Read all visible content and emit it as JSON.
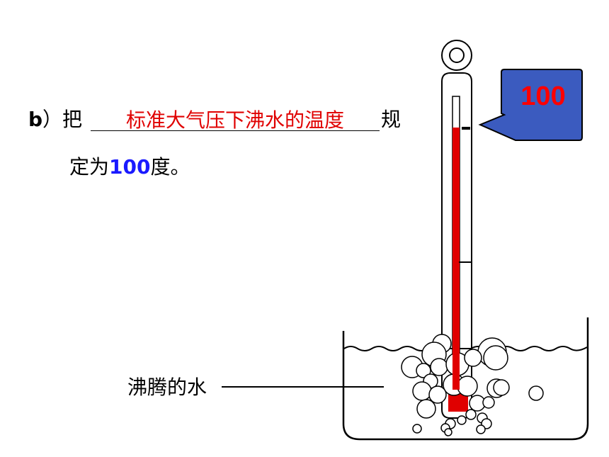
{
  "statement": {
    "prefix_letter": "b",
    "prefix_paren": "）把",
    "answer": "标准大气压下沸水的温度",
    "suffix_first_line": "规",
    "line2_start": "定为",
    "line2_value": "100",
    "line2_end": "度。"
  },
  "callout": {
    "value": "100"
  },
  "label": {
    "boiling_water": "沸腾的水"
  },
  "colors": {
    "answer": "#e00000",
    "highlight_value": "#1a1aff",
    "mercury": "#e00000",
    "callout_fill": "#3b5bbf",
    "callout_text": "#ff0000"
  }
}
